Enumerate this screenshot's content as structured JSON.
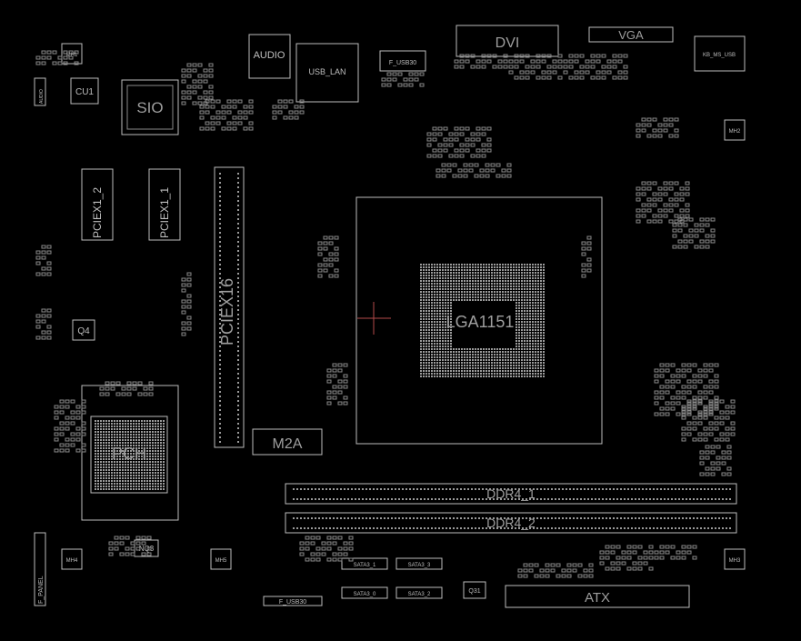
{
  "labels": {
    "dvi": "DVI",
    "vga": "VGA",
    "audio": "AUDIO",
    "usb_lan": "USB_LAN",
    "f_usb30": "F_USB30",
    "kb_ms_usb": "KB_MS_USB",
    "cu1": "CU1",
    "sio": "SIO",
    "mh1": "MH1",
    "mh2": "MH2",
    "mh3": "MH3",
    "mh4": "MH4",
    "mh5": "MH5",
    "pciex1_2": "PCIEX1_2",
    "pciex1_1": "PCIEX1_1",
    "pciex16": "PCIEX16",
    "lga": "LGA1151",
    "m2a": "M2A",
    "pch": "PCH",
    "q4": "Q4",
    "nq3": "NQ3",
    "ddr4_1": "DDR4_1",
    "ddr4_2": "DDR4_2",
    "atx": "ATX",
    "sata3_1": "SATA3_1",
    "sata3_3": "SATA3_3",
    "sata3_0": "SATA3_0",
    "sata3_2": "SATA3_2",
    "q31": "Q31",
    "f_usb30_2": "F_USB30",
    "f_panel": "F_PANEL",
    "audio_sm": "AUDIO"
  }
}
